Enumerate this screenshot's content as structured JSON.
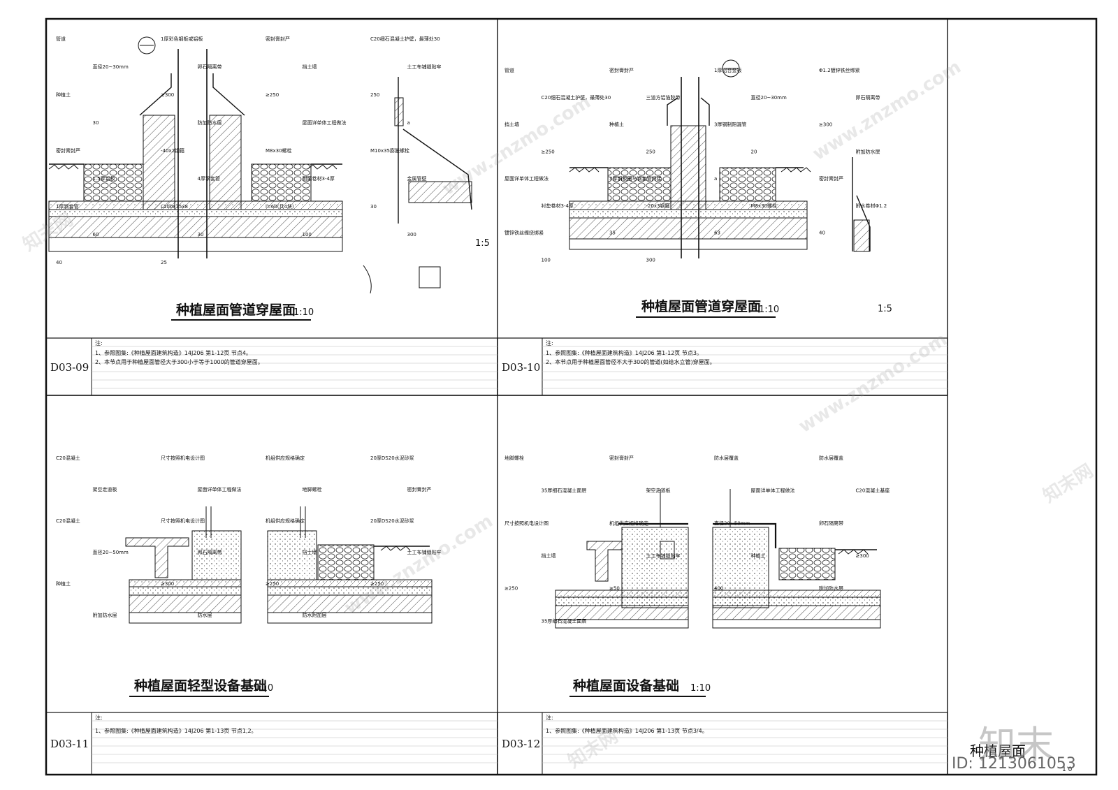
{
  "panels": [
    {
      "code": "D03-09",
      "title": "种植屋面管道穿屋面",
      "scale": "1:10",
      "detail_scale": "1:5",
      "note_head": "注:",
      "notes": [
        "1、参照图集:《种植屋面建筑构造》14J206 第1-12页 节点4。",
        "2、本节点用于种植屋面管径大于300小于等于1000的管道穿屋面。"
      ],
      "labels": [
        "管道",
        "1厚彩色钢板或铝板",
        "密封膏封严",
        "C20细石混凝土护壁，最薄处30",
        "直径20~30mm",
        "卵石隔离带",
        "挡土墙",
        "土工布铺缝贴牢",
        "种植土",
        "≥300",
        "≥250",
        "250",
        "30",
        "防加防水层",
        "屋面详单体工程做法",
        "a",
        "密封膏封严",
        "-40x2钢箍",
        "M8x30螺栓",
        "M10x35膨胀螺栓",
        "1.5厚铝板",
        "4厚钢套管",
        "耐磨卷材3-4厚",
        "金属管壁",
        "1厚钢套管",
        "L100x75x8",
        "l=60(共4块)",
        "30",
        "60",
        "30",
        "100",
        "300",
        "40",
        "25"
      ]
    },
    {
      "code": "D03-10",
      "title": "种植屋面管道穿屋面",
      "scale": "1:10",
      "detail_scale": "1:5",
      "note_head": "注:",
      "notes": [
        "1、参照图集:《种植屋面建筑构造》14J206 第1-12页 节点3。",
        "2、本节点用于种植屋面管径不大于300的管道(如给水立管)穿屋面。"
      ],
      "labels": [
        "管道",
        "密封膏封严",
        "1厚铝合金板",
        "Φ1.2镀锌铁丝绑紧",
        "C20细石混凝土护壁，最薄处30",
        "三道方铝箔胶带",
        "直径20~30mm",
        "卵石隔离带",
        "挡土墙",
        "种植土",
        "3厚钢制阻漏管",
        "≥300",
        "≥250",
        "250",
        "20",
        "附加防水层",
        "屋面详单体工程做法",
        "3厚钢板圈与钢套管焊接",
        "a",
        "密封膏封严",
        "衬垫卷材3-4厚",
        "-20x3钢箍",
        "M8x30螺栓",
        "附水卷材Φ1.2",
        "镀锌铁丝缠绕绑紧",
        "35",
        "63",
        "40",
        "100",
        "300"
      ]
    },
    {
      "code": "D03-11",
      "title": "种植屋面轻型设备基础",
      "scale": "1:10",
      "note_head": "注:",
      "notes": [
        "1、参照图集:《种植屋面建筑构造》14J206 第1-13页 节点1,2。"
      ],
      "labels": [
        "C20混凝土",
        "尺寸按照机电设计图",
        "机组供应规格确定",
        "20厚DS20水泥砂浆",
        "架空走道板",
        "屋面详单体工程做法",
        "地脚螺栓",
        "密封膏封严",
        "C20混凝土",
        "尺寸按照机电设计图",
        "机组供应规格确定",
        "20厚DS20水泥砂浆",
        "直径20~50mm",
        "卵石隔离带",
        "挡土墙",
        "土工布铺缝贴牢",
        "种植土",
        "≥300",
        "≥250",
        "≥250",
        "附加防水层",
        "防水层",
        "防水附加层"
      ]
    },
    {
      "code": "D03-12",
      "title": "种植屋面设备基础",
      "scale": "1:10",
      "note_head": "注:",
      "notes": [
        "1、参照图集:《种植屋面建筑构造》14J206 第1-13页 节点3/4。"
      ],
      "labels": [
        "地脚螺栓",
        "密封膏封严",
        "防水层覆盖",
        "防水层覆盖",
        "35厚细石混凝土面层",
        "架空走道板",
        "屋面详单体工程做法",
        "C20混凝土基座",
        "尺寸按照机电设计图",
        "机组供应规格确定",
        "直径20~50mm",
        "卵石隔离带",
        "挡土墙",
        "土工布铺缝贴牢",
        "种植土",
        "≥300",
        "≥250",
        "≥50",
        "400",
        "附加防水层",
        "35厚细石混凝土面层"
      ]
    }
  ],
  "title_block": {
    "sheet_title": "种植屋面",
    "sheet_no": "1 0"
  },
  "watermark": {
    "brand": "知末",
    "id_text": "ID: 1213061053",
    "site": "www.znzmo.com",
    "site_cn": "知末网"
  }
}
